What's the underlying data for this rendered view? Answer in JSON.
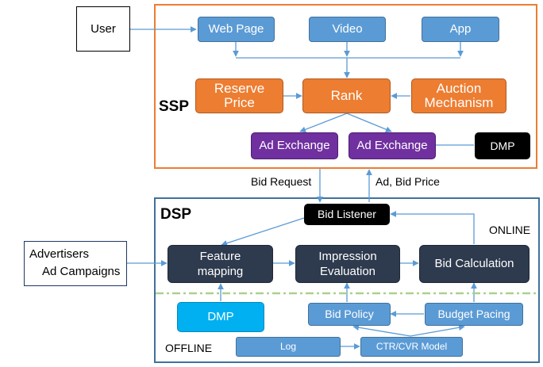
{
  "user": "User",
  "ssp": {
    "title": "SSP",
    "web_page": "Web Page",
    "video": "Video",
    "app": "App",
    "reserve_price": "Reserve Price",
    "rank": "Rank",
    "auction_mechanism": "Auction Mechanism",
    "ad_exchange_1": "Ad Exchange",
    "ad_exchange_2": "Ad Exchange",
    "dmp": "DMP"
  },
  "bid_request": "Bid Request",
  "ad_bid_price": "Ad, Bid Price",
  "advertisers_line1": "Advertisers",
  "advertisers_line2": "Ad Campaigns",
  "dsp": {
    "title": "DSP",
    "online": "ONLINE",
    "offline": "OFFLINE",
    "bid_listener": "Bid Listener",
    "feature_mapping": "Feature mapping",
    "impression_evaluation": "Impression Evaluation",
    "bid_calculation": "Bid Calculation",
    "dmp": "DMP",
    "bid_policy": "Bid Policy",
    "budget_pacing": "Budget Pacing",
    "log": "Log",
    "ctr_cvr_model": "CTR/CVR Model"
  },
  "colors": {
    "ssp_border": "#ed7d31",
    "dsp_border": "#41719c",
    "arrow": "#5b9bd5",
    "divider": "#a9d18e"
  }
}
